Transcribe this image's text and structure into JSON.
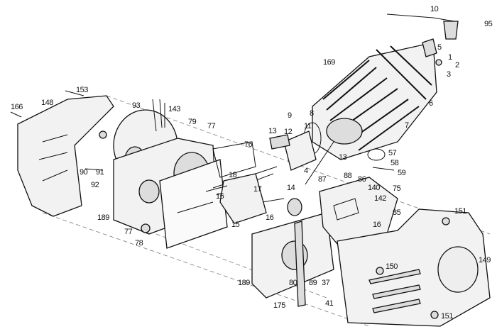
{
  "diagram": {
    "title": "Exploded engine parts diagram",
    "labels": [
      "10",
      "95",
      "5",
      "1",
      "2",
      "3",
      "169",
      "6",
      "8",
      "9",
      "11",
      "13",
      "12",
      "7",
      "13",
      "57",
      "58",
      "59",
      "4",
      "14",
      "87",
      "88",
      "86",
      "140",
      "142",
      "75",
      "85",
      "16",
      "151",
      "149",
      "150",
      "151",
      "41",
      "37",
      "89",
      "80",
      "175",
      "189",
      "17",
      "16",
      "16",
      "15",
      "18",
      "77",
      "78",
      "189",
      "92",
      "90",
      "91",
      "166",
      "148",
      "153",
      "93",
      "143",
      "79",
      "77",
      "76"
    ]
  }
}
